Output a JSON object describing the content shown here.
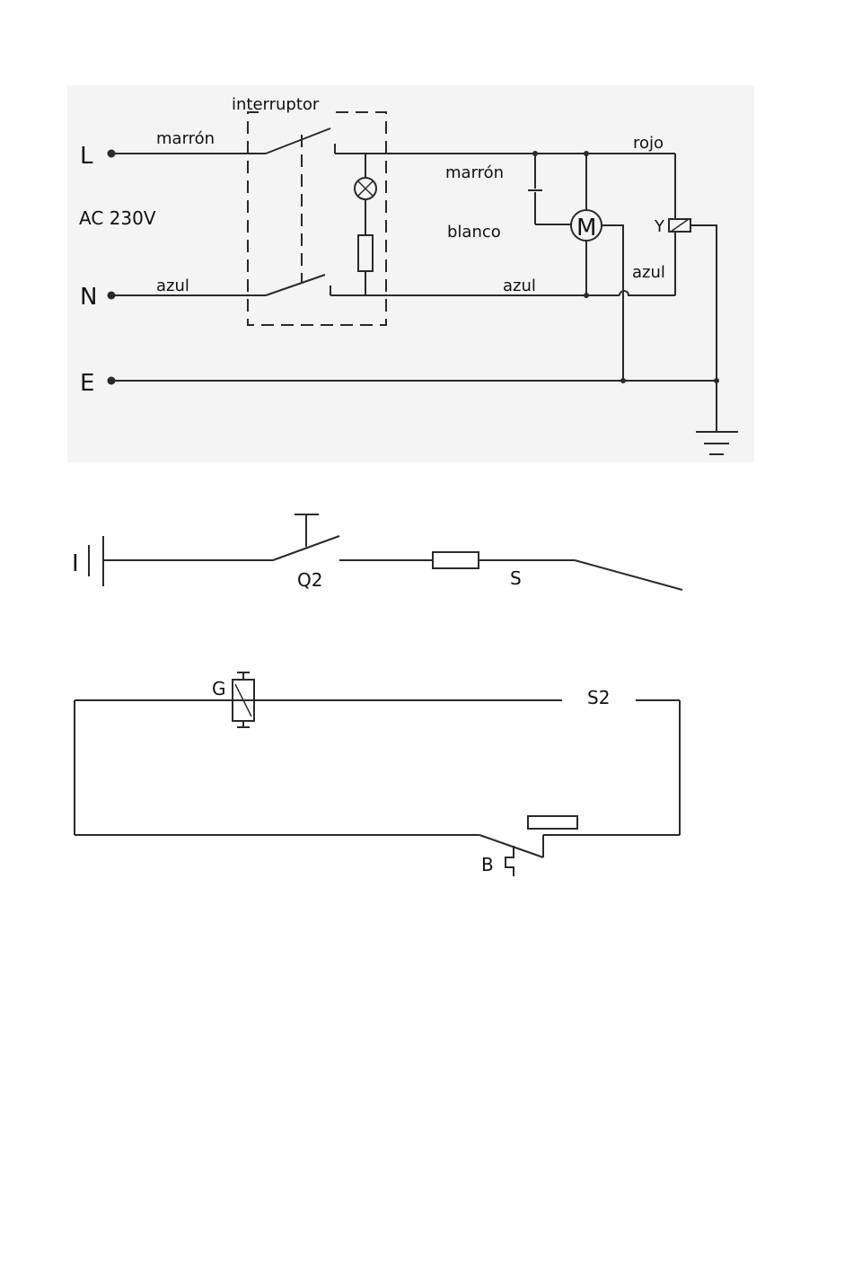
{
  "diagram1": {
    "background": "#f4f4f4",
    "terminals": {
      "L": "L",
      "N": "N",
      "E": "E"
    },
    "supply": "AC 230V",
    "switch_label": "interruptor",
    "wires": {
      "l_in": "marrón",
      "n_in": "azul",
      "l_motor": "marrón",
      "motor_white": "blanco",
      "n_right": "azul",
      "red": "rojo",
      "blue_right": "azul"
    },
    "motor": "M",
    "valve": "Y"
  },
  "diagram2": {
    "switch": "Q2",
    "sensor": "S",
    "ground_mark": "I"
  },
  "diagram3": {
    "valve": "G",
    "switch": "S2",
    "button": "B"
  }
}
